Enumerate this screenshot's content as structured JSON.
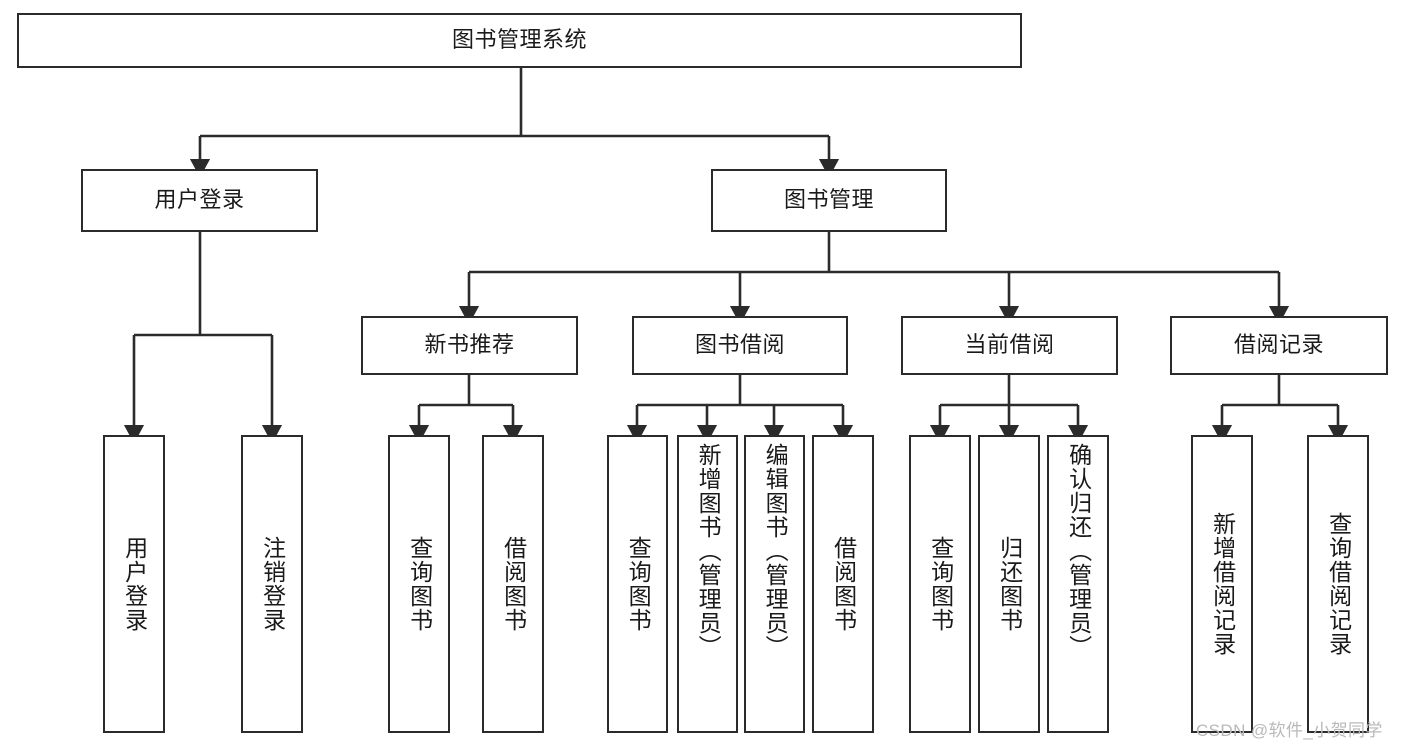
{
  "diagram": {
    "type": "tree-hierarchy",
    "title": "图书管理系统",
    "watermark": "CSDN @软件_小贺同学",
    "colors": {
      "stroke": "#2b2b2b",
      "fill": "#ffffff",
      "text": "#1a1a1a",
      "watermark": "#b9b9b9"
    },
    "levels": {
      "root": {
        "label": "图书管理系统"
      },
      "level2": [
        {
          "id": "user-login",
          "label": "用户登录"
        },
        {
          "id": "book-manage",
          "label": "图书管理"
        }
      ],
      "level3": [
        {
          "id": "new-book-rec",
          "label": "新书推荐"
        },
        {
          "id": "book-borrow",
          "label": "图书借阅"
        },
        {
          "id": "current-borrow",
          "label": "当前借阅"
        },
        {
          "id": "borrow-record",
          "label": "借阅记录"
        }
      ],
      "leaves": {
        "user-login": [
          {
            "id": "leaf-user-login",
            "label": "用户登录"
          },
          {
            "id": "leaf-logout",
            "label": "注销登录"
          }
        ],
        "new-book-rec": [
          {
            "id": "leaf-query-book-1",
            "label": "查询图书"
          },
          {
            "id": "leaf-borrow-book-1",
            "label": "借阅图书"
          }
        ],
        "book-borrow": [
          {
            "id": "leaf-query-book-2",
            "label": "查询图书"
          },
          {
            "id": "leaf-add-book",
            "label": "新增图书（管理员）"
          },
          {
            "id": "leaf-edit-book",
            "label": "编辑图书（管理员）"
          },
          {
            "id": "leaf-borrow-book-2",
            "label": "借阅图书"
          }
        ],
        "current-borrow": [
          {
            "id": "leaf-query-book-3",
            "label": "查询图书"
          },
          {
            "id": "leaf-return-book",
            "label": "归还图书"
          },
          {
            "id": "leaf-confirm-return",
            "label": "确认归还（管理员）"
          }
        ],
        "borrow-record": [
          {
            "id": "leaf-add-record",
            "label": "新增借阅记录"
          },
          {
            "id": "leaf-query-record",
            "label": "查询借阅记录"
          }
        ]
      }
    }
  }
}
